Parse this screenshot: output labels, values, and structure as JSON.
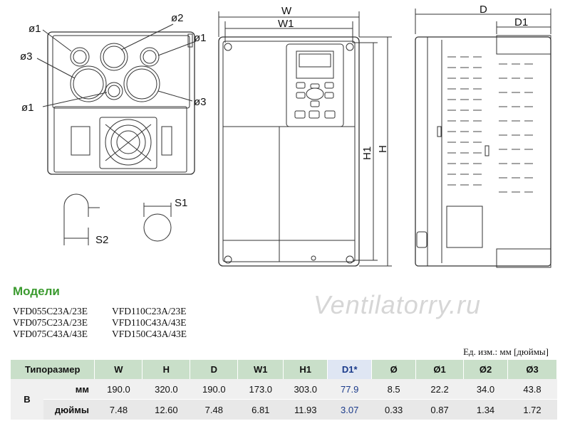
{
  "drawing_labels": {
    "phi1_a": "ø1",
    "phi2": "ø2",
    "phi1_b": "ø1",
    "phi3_a": "ø3",
    "phi1_c": "ø1",
    "phi3_b": "ø3",
    "s1": "S1",
    "s2": "S2",
    "w": "W",
    "w1": "W1",
    "h": "H",
    "h1": "H1",
    "d": "D",
    "d1": "D1"
  },
  "models": {
    "title": "Модели",
    "col1": [
      "VFD055C23A/23E",
      "VFD075C23A/23E",
      "VFD075C43A/43E"
    ],
    "col2": [
      "VFD110C23A/23E",
      "VFD110C43A/43E",
      "VFD150C43A/43E"
    ]
  },
  "watermark": "Ventilatorry.ru",
  "units_note": "Ед. изм.: мм [дюймы]",
  "table": {
    "headers": [
      "Типоразмер",
      "W",
      "H",
      "D",
      "W1",
      "H1",
      "D1*",
      "Ø",
      "Ø1",
      "Ø2",
      "Ø3"
    ],
    "frame": "B",
    "rows": [
      {
        "unit": "мм",
        "values": [
          "190.0",
          "320.0",
          "190.0",
          "173.0",
          "303.0",
          "77.9",
          "8.5",
          "22.2",
          "34.0",
          "43.8"
        ]
      },
      {
        "unit": "дюймы",
        "values": [
          "7.48",
          "12.60",
          "7.48",
          "6.81",
          "11.93",
          "3.07",
          "0.33",
          "0.87",
          "1.34",
          "1.72"
        ]
      }
    ]
  }
}
